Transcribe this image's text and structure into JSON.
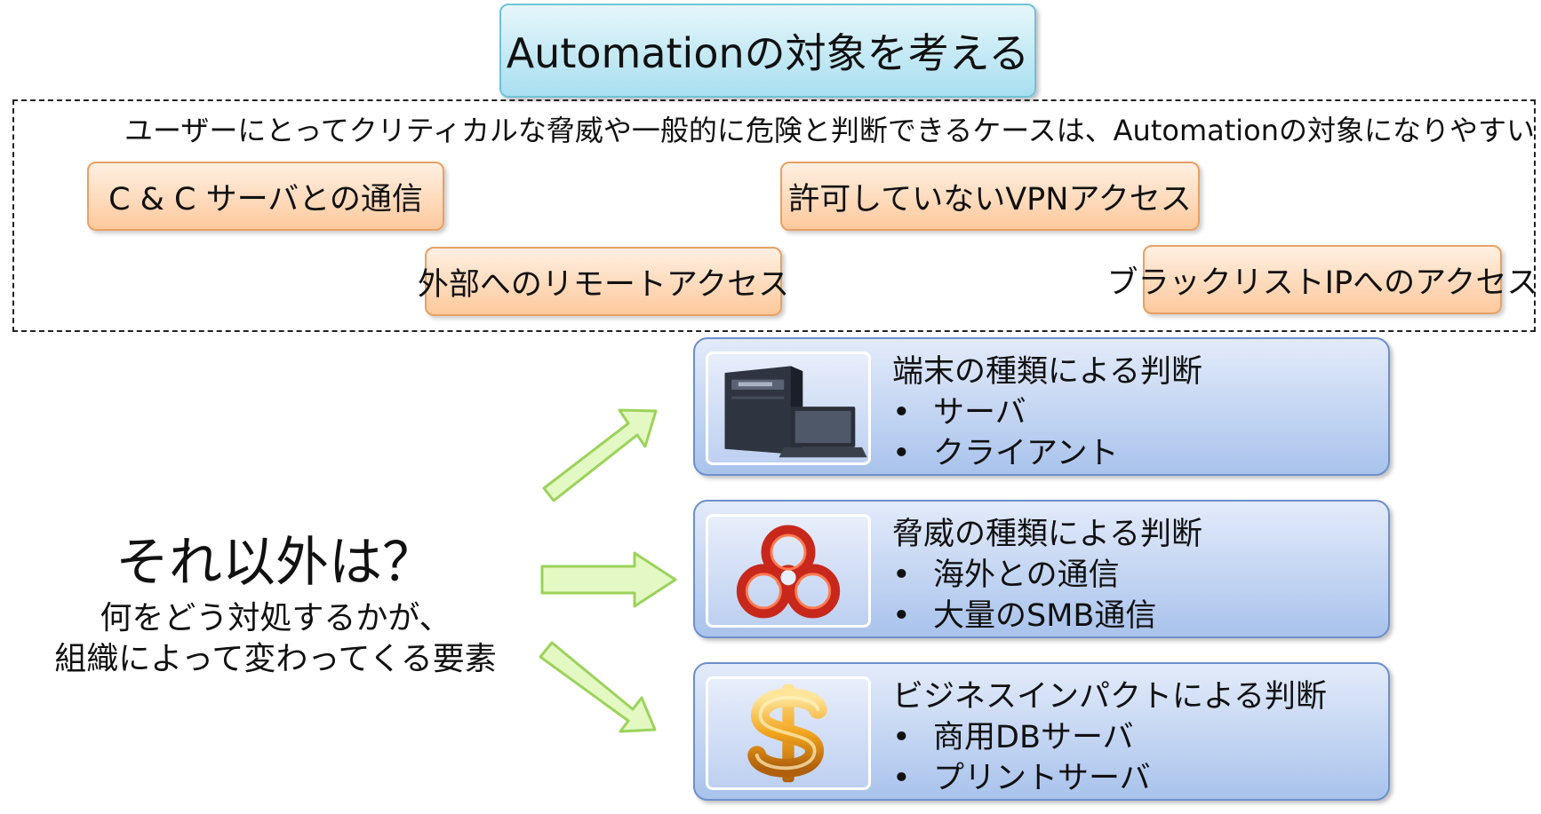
{
  "title": "Automationの対象を考える",
  "automation_scope": {
    "caption": "ユーザーにとってクリティカルな脅威や一般的に危険と判断できるケースは、Automationの対象になりやすい",
    "cases": [
      "C & C サーバとの通信",
      "許可していないVPNアクセス",
      "外部へのリモートアクセス",
      "ブラックリストIPへのアクセス"
    ]
  },
  "left_panel": {
    "question": "それ以外は？",
    "answer_line1": "何をどう対処するかが、",
    "answer_line2": "組織によって変わってくる要素"
  },
  "cards": [
    {
      "heading": "端末の種類による判断",
      "items": [
        "サーバ",
        "クライアント"
      ],
      "icon": "server-laptop-icon"
    },
    {
      "heading": "脅威の種類による判断",
      "items": [
        "海外との通信",
        "大量のSMB通信"
      ],
      "icon": "biohazard-icon"
    },
    {
      "heading": "ビジネスインパクトによる判断",
      "items": [
        "商用DBサーバ",
        "プリントサーバ"
      ],
      "icon": "dollar-icon"
    }
  ],
  "bullet_char": "•",
  "colors": {
    "title_fill": "#a9dff0",
    "case_fill": "#fdc99d",
    "card_fill": "#a9c3ec",
    "arrow_fill": "#e4f8c4",
    "arrow_stroke": "#9bd35a"
  }
}
